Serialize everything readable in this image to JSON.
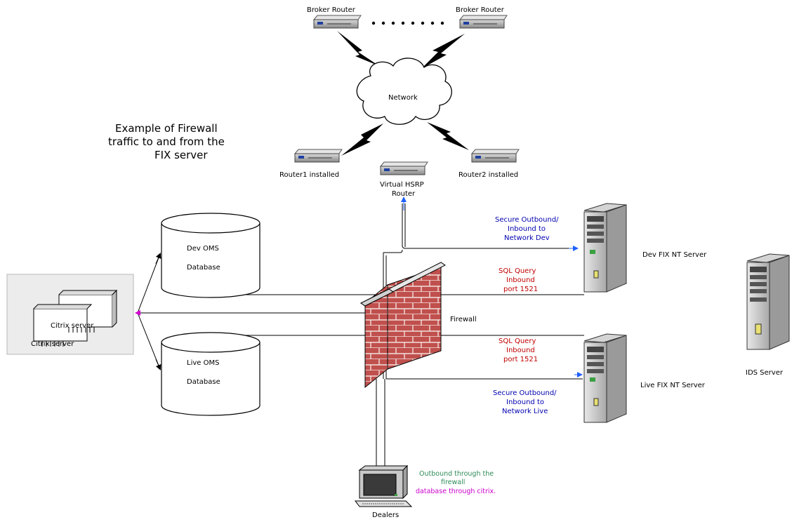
{
  "title": {
    "line1": "Example of Firewall",
    "line2": "traffic to and from the",
    "line3": "FIX server"
  },
  "nodes": {
    "broker_router_1": "Broker Router",
    "broker_router_2": "Broker Router",
    "network": "Network",
    "router1": "Router1 installed",
    "router2": "Router2 installed",
    "virtual_hsrp_1": "Virtual HSRP",
    "virtual_hsrp_2": "Router",
    "dev_db_1": "Dev OMS",
    "dev_db_2": "Database",
    "live_db_1": "Live OMS",
    "live_db_2": "Database",
    "citrix_1": "Citrix server",
    "citrix_2": "Citrix server",
    "firewall": "Firewall",
    "dev_fix": "Dev FIX NT Server",
    "live_fix": "Live FIX NT Server",
    "ids": "IDS Server",
    "dealers": "Dealers"
  },
  "annotations": {
    "dev_secure_1": "Secure Outbound/",
    "dev_secure_2": "Inbound to",
    "dev_secure_3": "Network Dev",
    "dev_sql_1": "SQL Query",
    "dev_sql_2": "Inbound",
    "dev_sql_3": "port 1521",
    "live_sql_1": "SQL Query",
    "live_sql_2": "Inbound",
    "live_sql_3": "port 1521",
    "live_secure_1": "Secure Outbound/",
    "live_secure_2": "Inbound to",
    "live_secure_3": "Network Live",
    "outbound_1": "Outbound through the",
    "outbound_2": "firewall",
    "outbound_3": "database through citrix."
  },
  "colors": {
    "secure_text": "#0000b0",
    "sql_text": "#c00000",
    "outbound_text": "#2e8b57",
    "citrix_text": "#cc00cc",
    "brick": "#c0504d",
    "arrow_blue": "#1f5fff",
    "arrow_red": "#e00000",
    "arrow_magenta": "#d000d0"
  }
}
